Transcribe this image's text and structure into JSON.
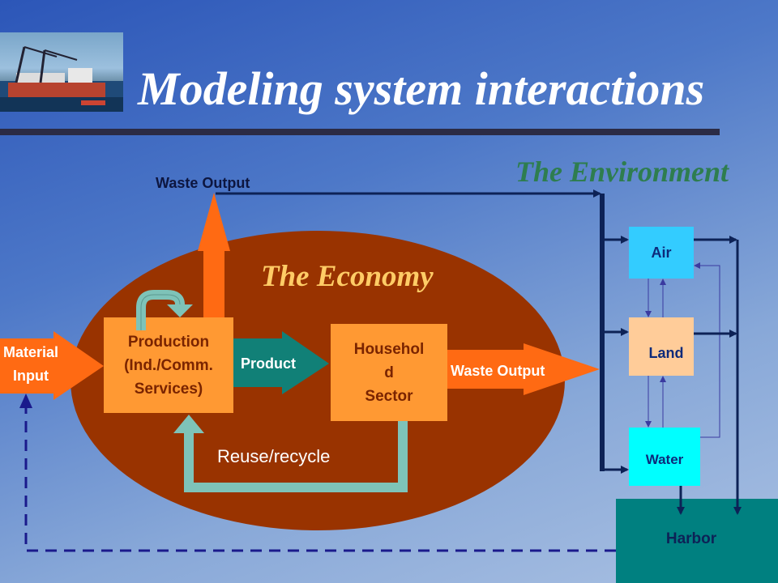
{
  "slide": {
    "title": "Modeling system interactions",
    "photo_icon": "harbor-cranes-ship-photo"
  },
  "labels": {
    "environment": "The Environment",
    "economy": "The Economy",
    "waste_output_top": "Waste Output",
    "waste_output_right": "Waste Output",
    "material_input": "Material\nInput",
    "product": "Product",
    "reuse_recycle": "Reuse/recycle"
  },
  "boxes": {
    "production": "Production\n(Ind./Comm.\nServices)",
    "household": "Househol\nd\nSector",
    "air": "Air",
    "land": "Land",
    "water": "Water",
    "harbor": "Harbor"
  },
  "colors": {
    "economy_ellipse": "#993300",
    "orange": "#ff6a13",
    "box_orange": "#ff9933",
    "teal_arrow": "#118077",
    "recycle": "#7ec3b8",
    "air": "#33ccff",
    "land": "#ffcc99",
    "water": "#00ffff",
    "harbor": "#008080",
    "environment_text": "#2e7d4f",
    "economy_text": "#ffcc66",
    "dark_line": "#0d2256"
  }
}
